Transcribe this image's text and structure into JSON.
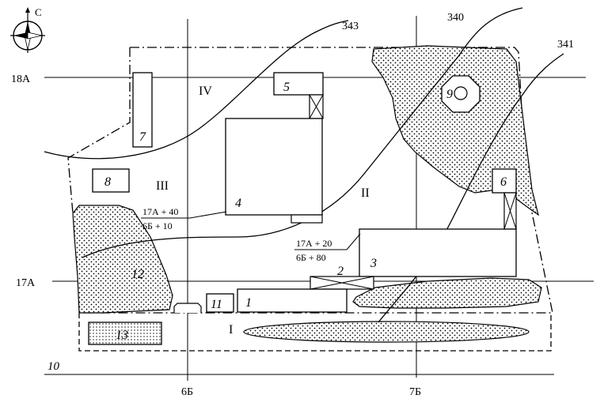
{
  "compass": {
    "north_label": "С",
    "icon": "compass-rose-icon"
  },
  "grid": {
    "horizontal": [
      "18А",
      "17А"
    ],
    "vertical": [
      "6Б",
      "7Б"
    ]
  },
  "contours": [
    "343",
    "340",
    "341"
  ],
  "zones": [
    "I",
    "II",
    "III",
    "IV"
  ],
  "buildings": [
    "1",
    "2",
    "3",
    "4",
    "5",
    "6",
    "7",
    "8",
    "9",
    "11",
    "12",
    "13"
  ],
  "boundary_label": "10",
  "coordinates": {
    "building_4": {
      "north": "17А + 40",
      "east": "6Б + 10"
    },
    "building_3": {
      "north": "17А + 20",
      "east": "6Б + 80"
    }
  }
}
